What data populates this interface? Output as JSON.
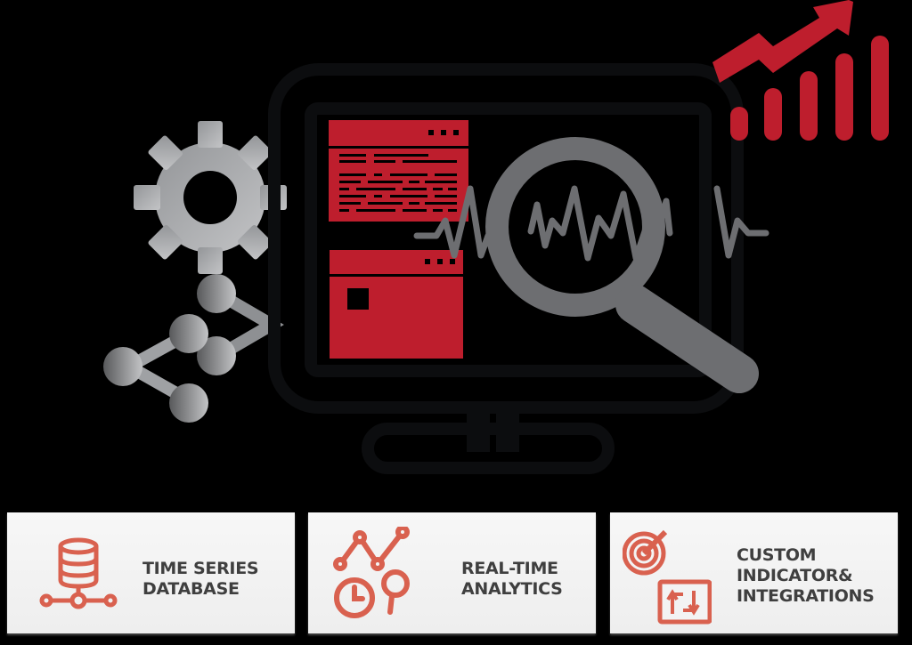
{
  "hero": {
    "illustration": "monitor-with-magnifier-analytics",
    "elements": {
      "monitor": "monitor-icon",
      "gear": "gear-icon",
      "share": "share-network-icon",
      "growth_chart": "growth-chart-arrow-icon",
      "magnifier": "magnifier-icon",
      "waveform": "waveform-signal"
    },
    "colors": {
      "background": "#000000",
      "accent_red": "#be1e2d",
      "magnifier_gray": "#6d6e71",
      "gear_gray": "#a7a9ac",
      "monitor_outline": "#0c0d0f"
    }
  },
  "features": [
    {
      "icon": "database-network-icon",
      "lines": [
        "TIME SERIES",
        "DATABASE"
      ]
    },
    {
      "icon": "analytics-clock-search-icon",
      "lines": [
        "REAL-TIME",
        "ANALYTICS"
      ]
    },
    {
      "icon": "target-sync-icon",
      "lines": [
        "CUSTOM",
        "INDICATOR&",
        "INTEGRATIONS"
      ]
    }
  ],
  "card_colors": {
    "icon": "#d9614f",
    "text": "#3f3f3f",
    "background": "#f3f3f3"
  }
}
